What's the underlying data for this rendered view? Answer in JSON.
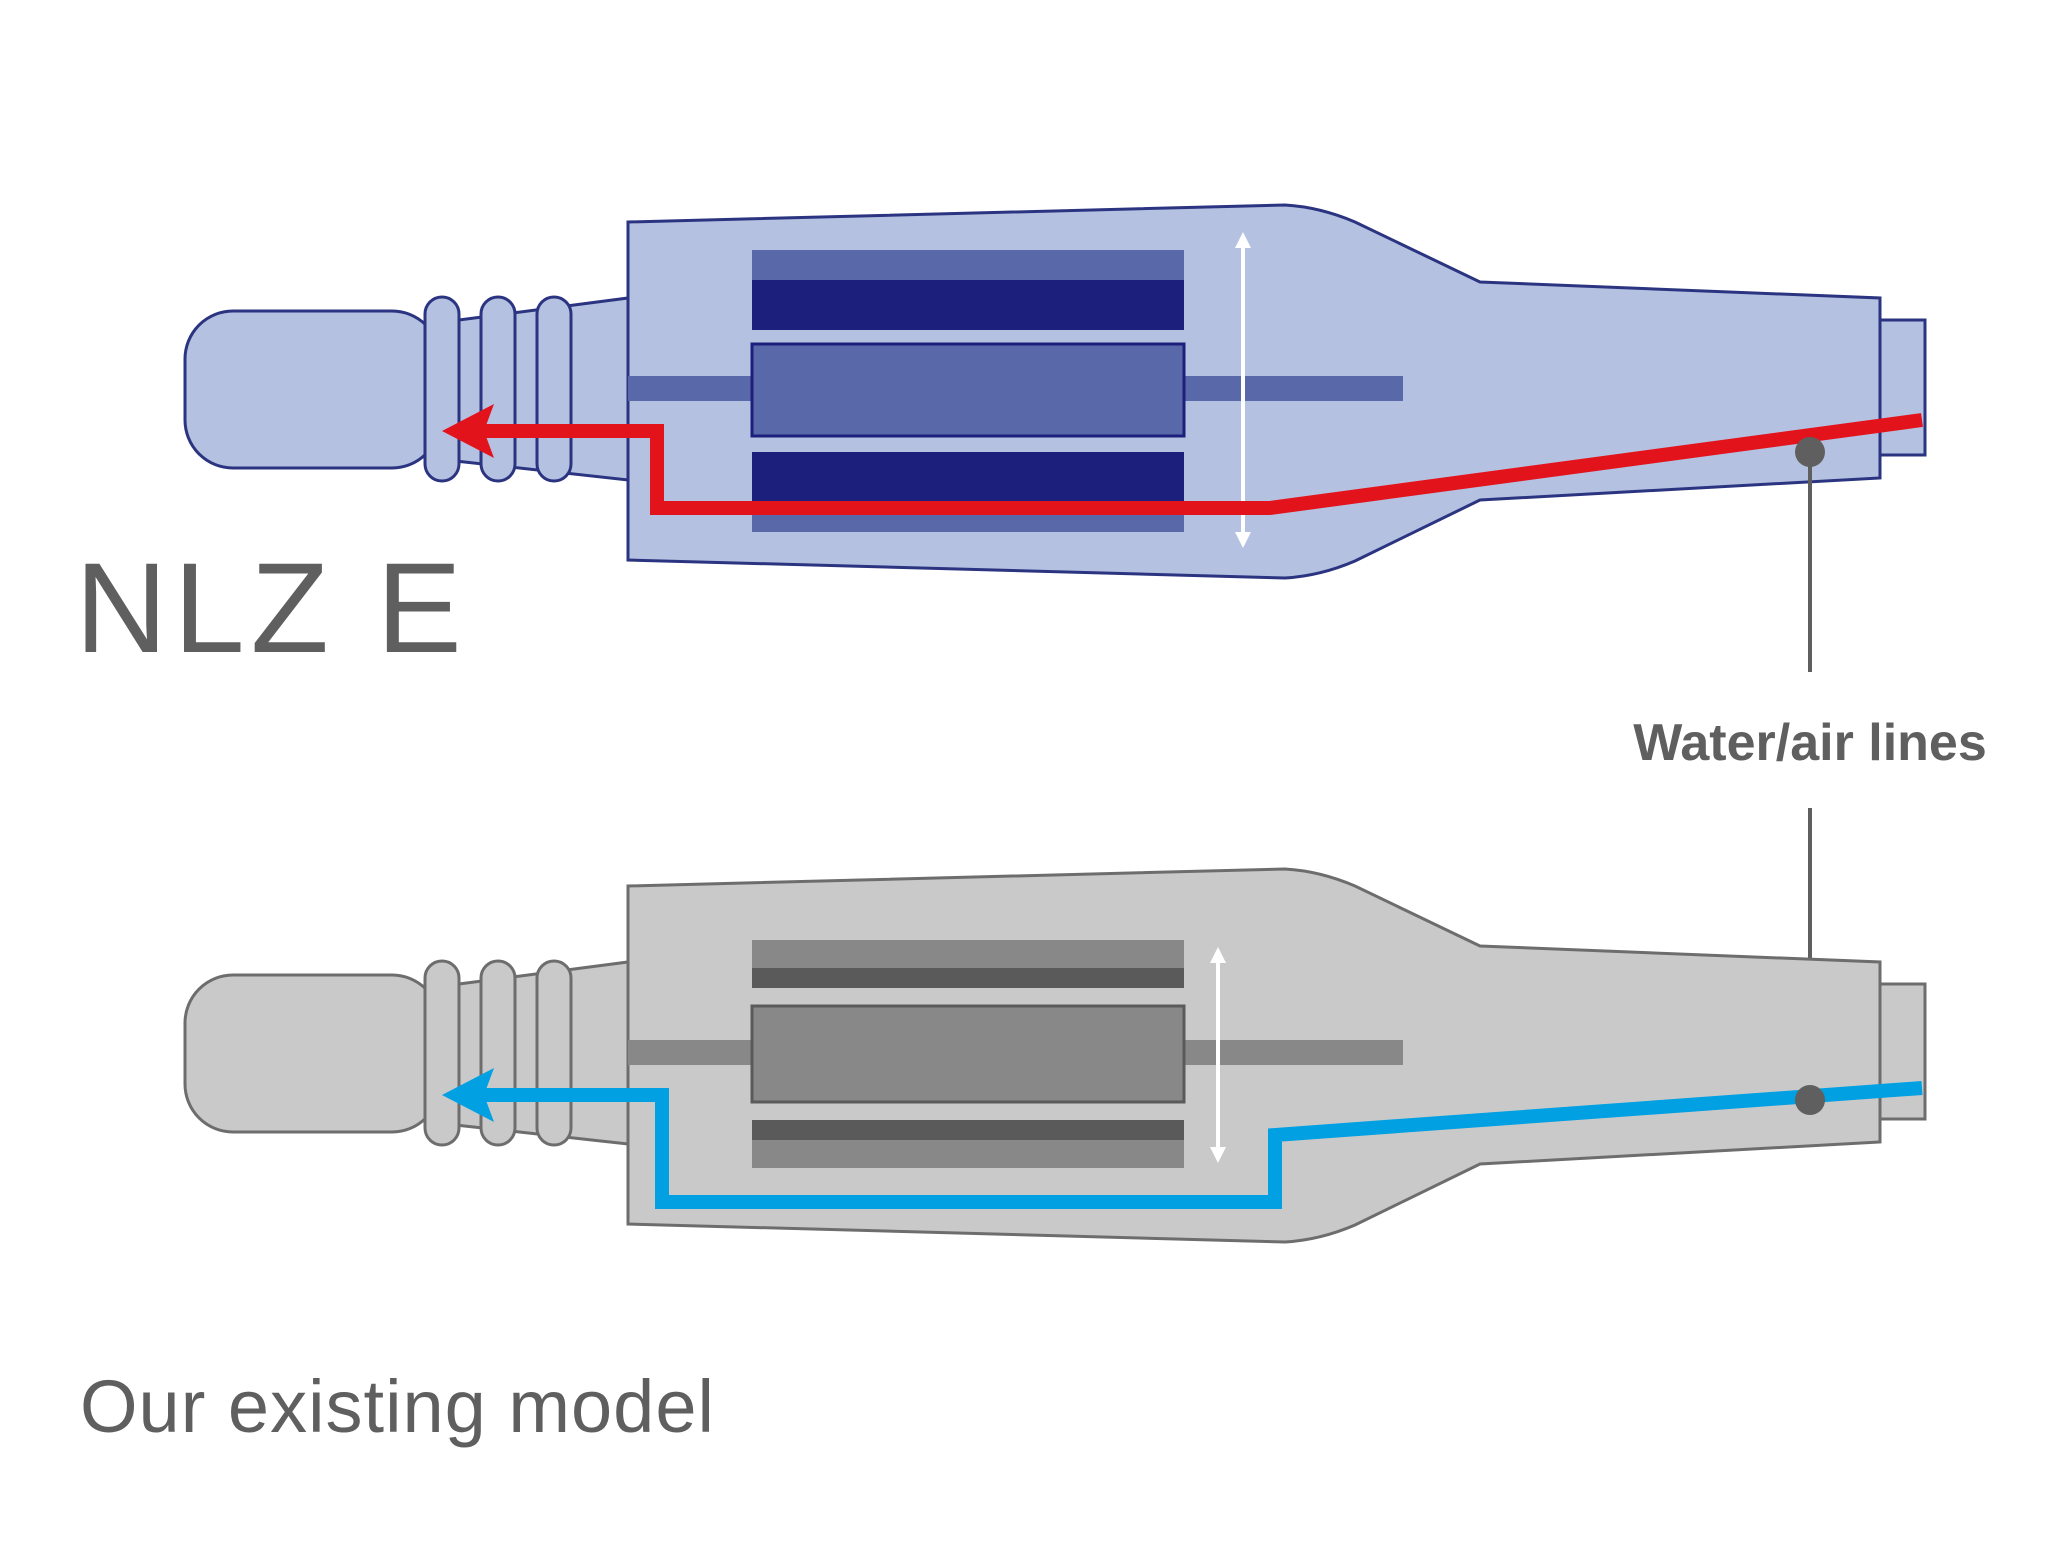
{
  "diagram": {
    "top_model": {
      "name": "NLZ E",
      "body_fill": "#b4c1e0",
      "body_stroke": "#2b3480",
      "inner_mid": "#5868a8",
      "inner_dark": "#1c1f7c",
      "flow_color": "#e3131b"
    },
    "bottom_model": {
      "name": "Our existing model",
      "body_fill": "#c9c9c9",
      "body_stroke": "#6d6d6d",
      "inner_mid": "#888888",
      "inner_dark": "#5a5a5a",
      "flow_color": "#00a0e3"
    },
    "callout": {
      "label": "Water/air lines",
      "line_color": "#5f5f5f"
    },
    "arrow_color": "#ffffff"
  }
}
